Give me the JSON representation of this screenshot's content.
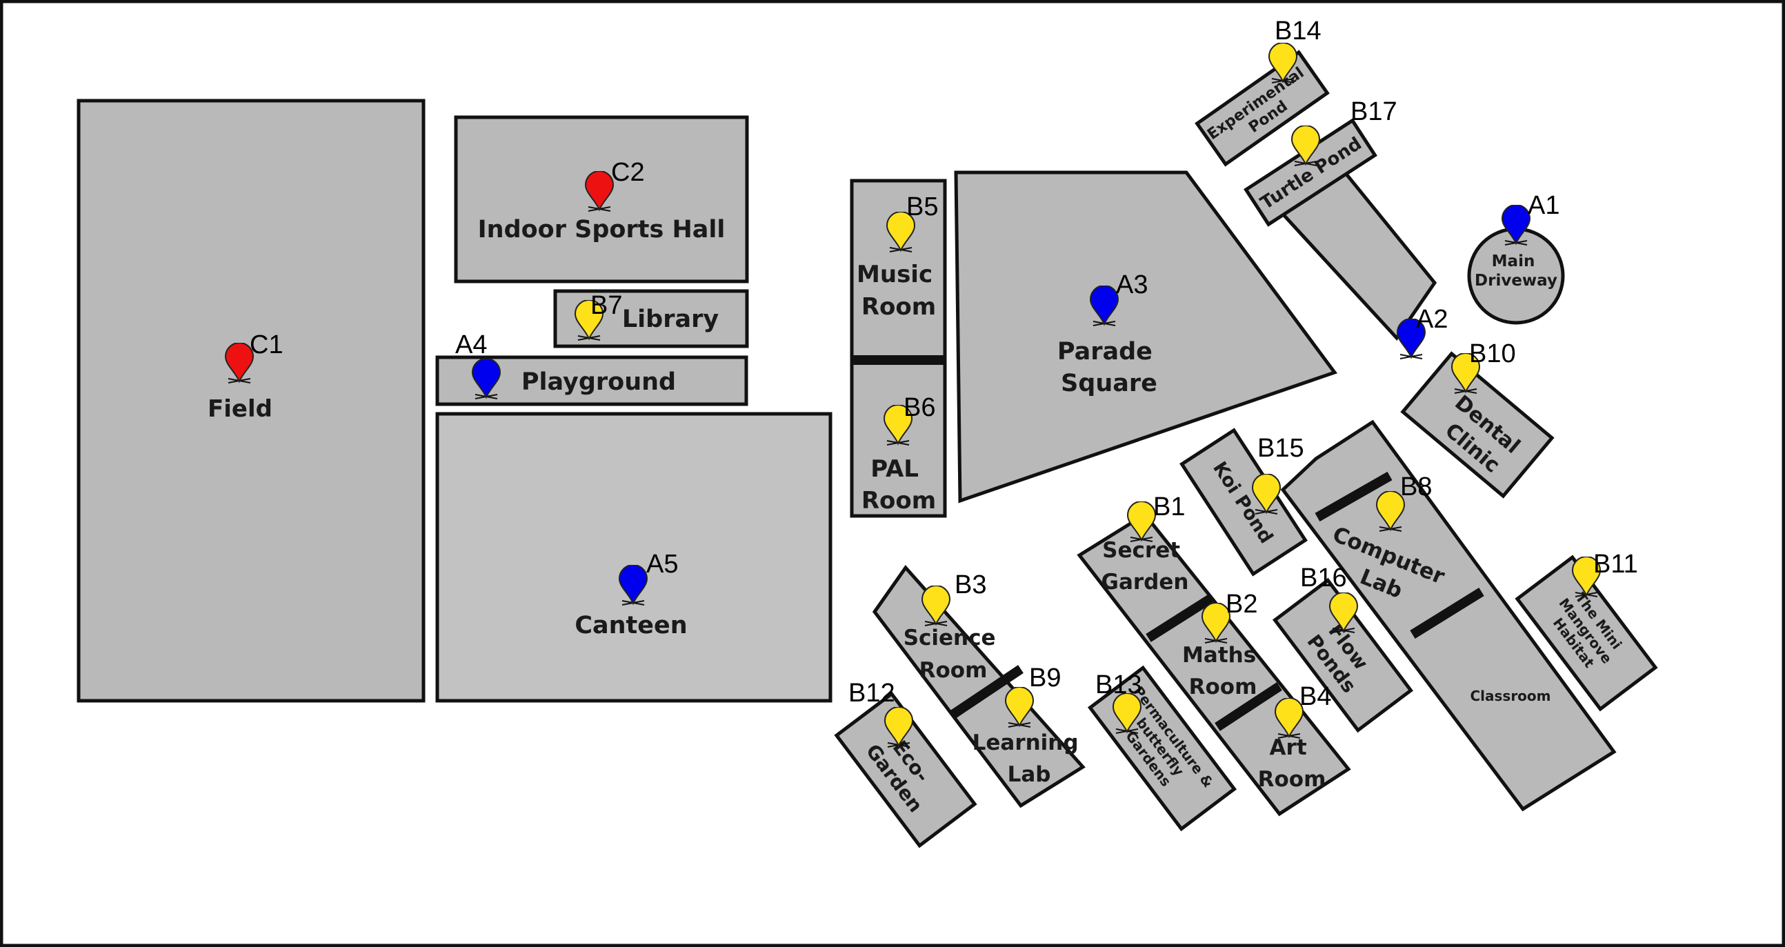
{
  "colors": {
    "background": "#ffffff",
    "building_fill": "#b9b9b9",
    "outline": "#111111",
    "pin_a": "#0000ee",
    "pin_b": "#ffe11a",
    "pin_c": "#ee1111"
  },
  "legend_categories": {
    "A": "blue-pin",
    "B": "yellow-pin",
    "C": "red-pin"
  },
  "areas": {
    "field": "Field",
    "indoor_sports_hall": "Indoor Sports Hall",
    "library": "Library",
    "playground": "Playground",
    "canteen": "Canteen",
    "music_room": [
      "Music",
      "Room"
    ],
    "pal_room": [
      "PAL",
      "Room"
    ],
    "parade_square": [
      "Parade",
      "Square"
    ],
    "main_driveway": [
      "Main",
      "Driveway"
    ],
    "experimental_pond": [
      "Experimental",
      "Pond"
    ],
    "turtle_pond": "Turtle Pond",
    "dental_clinic": [
      "Dental",
      "Clinic"
    ],
    "koi_pond": "Koi Pond",
    "computer_lab": [
      "Computer",
      "Lab"
    ],
    "classroom": "Classroom",
    "mangrove_habitat": [
      "The Mini",
      "Mangrove",
      "Habitat"
    ],
    "flow_ponds": [
      "Flow",
      "Ponds"
    ],
    "secret_garden": [
      "Secret",
      "Garden"
    ],
    "maths_room": [
      "Maths",
      "Room"
    ],
    "art_room": [
      "Art",
      "Room"
    ],
    "permaculture": [
      "Permaculture &",
      "butterfly",
      "Gardens"
    ],
    "science_room": [
      "Science",
      "Room"
    ],
    "learning_lab": [
      "Learning",
      "Lab"
    ],
    "eco_garden": [
      "Eco-",
      "Garden"
    ]
  },
  "markers": {
    "A1": "A1",
    "A2": "A2",
    "A3": "A3",
    "A4": "A4",
    "A5": "A5",
    "B1": "B1",
    "B2": "B2",
    "B3": "B3",
    "B4": "B4",
    "B5": "B5",
    "B6": "B6",
    "B7": "B7",
    "B8": "B8",
    "B9": "B9",
    "B10": "B10",
    "B11": "B11",
    "B12": "B12",
    "B13": "B13",
    "B14": "B14",
    "B15": "B15",
    "B16": "B16",
    "B17": "B17",
    "C1": "C1",
    "C2": "C2"
  }
}
